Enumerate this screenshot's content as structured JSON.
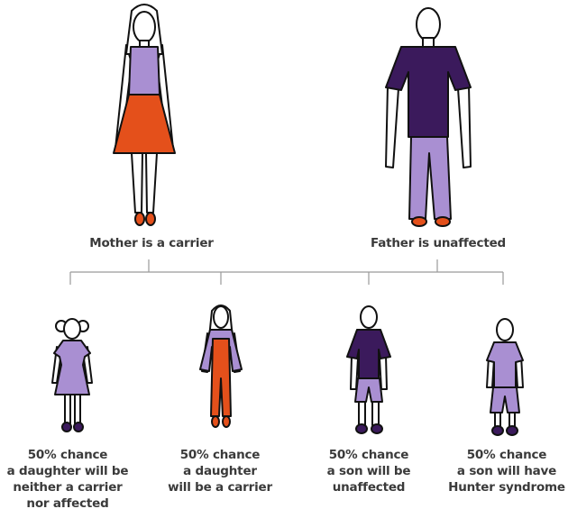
{
  "colors": {
    "dark_purple": "#3b1a5c",
    "light_purple": "#a98fd2",
    "orange": "#e4501b",
    "outline": "#111111",
    "line": "#9a9a9a",
    "text": "#3a3a3a"
  },
  "parents": {
    "mother": {
      "label": "Mother is a carrier"
    },
    "father": {
      "label": "Father is unaffected"
    }
  },
  "children": [
    {
      "lines": [
        "50% chance",
        "a daughter will be",
        "neither a carrier",
        "nor affected"
      ]
    },
    {
      "lines": [
        "50% chance",
        "a daughter",
        "will be a carrier"
      ]
    },
    {
      "lines": [
        "50% chance",
        "a son will be",
        "unaffected"
      ]
    },
    {
      "lines": [
        "50% chance",
        "a son will have",
        "Hunter syndrome"
      ]
    }
  ]
}
